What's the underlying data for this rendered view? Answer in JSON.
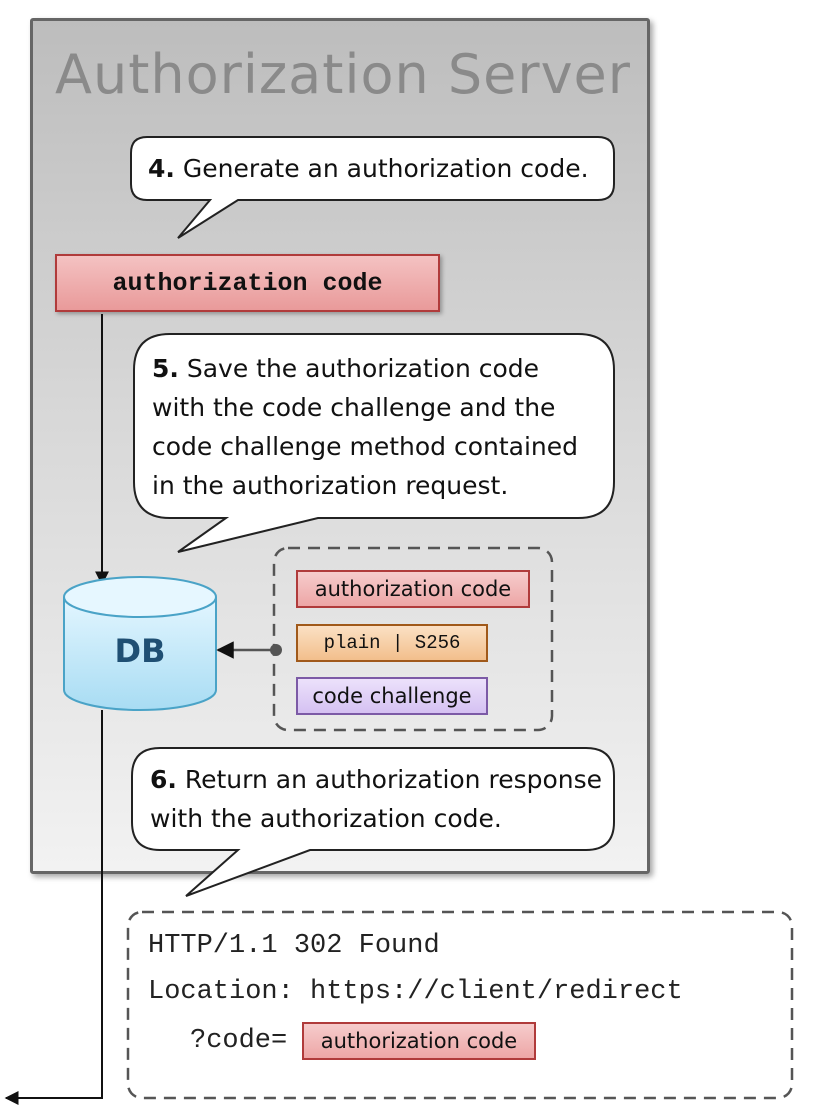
{
  "server": {
    "title": "Authorization Server"
  },
  "steps": {
    "step4": {
      "num": "4.",
      "text": " Generate an authorization code."
    },
    "step5": {
      "num": "5.",
      "line1": " Save the authorization code",
      "line2": "with the code challenge and the",
      "line3": "code challenge method contained",
      "line4": "in the authorization request."
    },
    "step6": {
      "num": "6.",
      "line1": " Return an authorization response",
      "line2": "with the authorization code."
    }
  },
  "code_box": {
    "label": "authorization code"
  },
  "db": {
    "label": "DB"
  },
  "stored": {
    "code": "authorization  code",
    "method": "plain | S256",
    "challenge": "code challenge"
  },
  "response": {
    "line1": "HTTP/1.1 302 Found",
    "line2": "Location: https://client/redirect",
    "line3_prefix": "?code=",
    "code_tag": "authorization  code"
  }
}
